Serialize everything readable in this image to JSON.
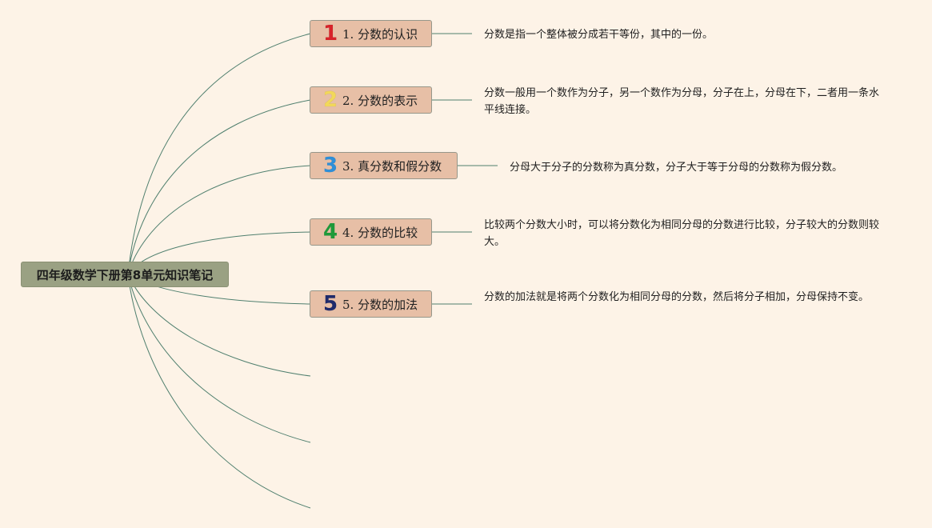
{
  "root": {
    "title": "四年级数学下册第8单元知识笔记"
  },
  "topics": [
    {
      "number": "1",
      "number_color": "#d8232a",
      "label": "1. 分数的认识",
      "note": "分数是指一个整体被分成若干等份，其中的一份。"
    },
    {
      "number": "2",
      "number_color": "#f2d85a",
      "label": "2. 分数的表示",
      "note": "分数一般用一个数作为分子，另一个数作为分母，分子在上，分母在下，二者用一条水平线连接。"
    },
    {
      "number": "3",
      "number_color": "#2f8fd8",
      "label": "3. 真分数和假分数",
      "note": "分母大于分子的分数称为真分数，分子大于等于分母的分数称为假分数。"
    },
    {
      "number": "4",
      "number_color": "#1f9a3a",
      "label": "4. 分数的比较",
      "note": "比较两个分数大小时，可以将分数化为相同分母的分数进行比较，分子较大的分数则较大。"
    },
    {
      "number": "5",
      "number_color": "#1f2a6b",
      "label": "5. 分数的加法",
      "note": "分数的加法就是将两个分数化为相同分母的分数，然后将分子相加，分母保持不变。"
    }
  ],
  "colors": {
    "background": "#fdf3e7",
    "root_fill": "#9aa183",
    "topic_fill": "#e7bfa6",
    "connector": "#4f7f6e"
  }
}
